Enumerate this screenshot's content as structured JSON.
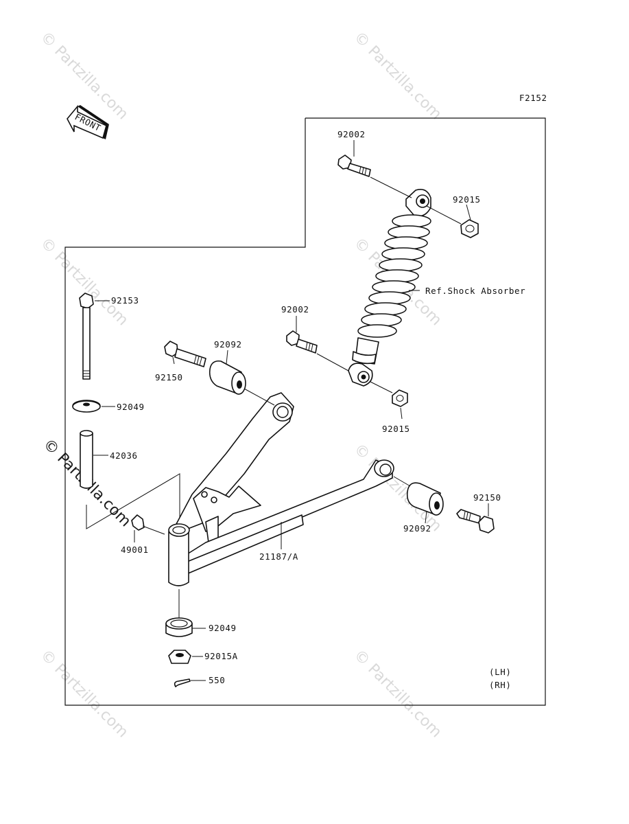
{
  "figure_code": "F2152",
  "front_arrow_label": "FRONT",
  "watermark": "© Partzilla.com",
  "parts": {
    "bolt_top": "92002",
    "nut_top": "92015",
    "shock": "Ref.Shock Absorber",
    "bolt_mid": "92002",
    "nut_mid": "92015",
    "bolt_long": "92153",
    "bushing_top": "92092",
    "bolt_arm_left": "92150",
    "washer_top": "92049",
    "collar": "42036",
    "grease_nipple": "49001",
    "arm": "21187/A",
    "bushing_right": "92092",
    "bolt_arm_right": "92150",
    "washer_bottom": "92049",
    "nut_bottom": "92015A",
    "cotter_pin": "550"
  },
  "side_notes": [
    "(LH)",
    "(RH)"
  ]
}
